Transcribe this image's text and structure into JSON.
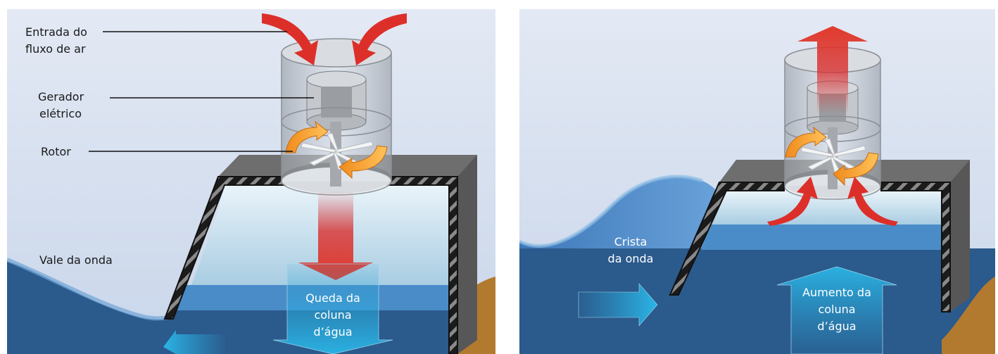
{
  "left_panel": {
    "labels": {
      "air_inlet_line1": "Entrada do",
      "air_inlet_line2": "fluxo de ar",
      "generator_line1": "Gerador",
      "generator_line2": "elétrico",
      "rotor": "Rotor",
      "trough": "Vale da onda",
      "fall_line1": "Queda da",
      "fall_line2": "coluna",
      "fall_line3": "d’água"
    }
  },
  "right_panel": {
    "labels": {
      "crest_line1": "Crista",
      "crest_line2": "da onda",
      "rise_line1": "Aumento da",
      "rise_line2": "coluna",
      "rise_line3": "d’água"
    }
  },
  "colors": {
    "sky": "#dfe6f2",
    "deep_water": "#2b5a8c",
    "mid_water": "#4a8cc8",
    "chamber_water": "#b8d8ea",
    "concrete": "#6d6d6d",
    "seabed": "#b27a2e",
    "air_arrow": "#d93030",
    "rotation_arrow": "#f5a030",
    "water_arrow": "#2aa3d6"
  }
}
